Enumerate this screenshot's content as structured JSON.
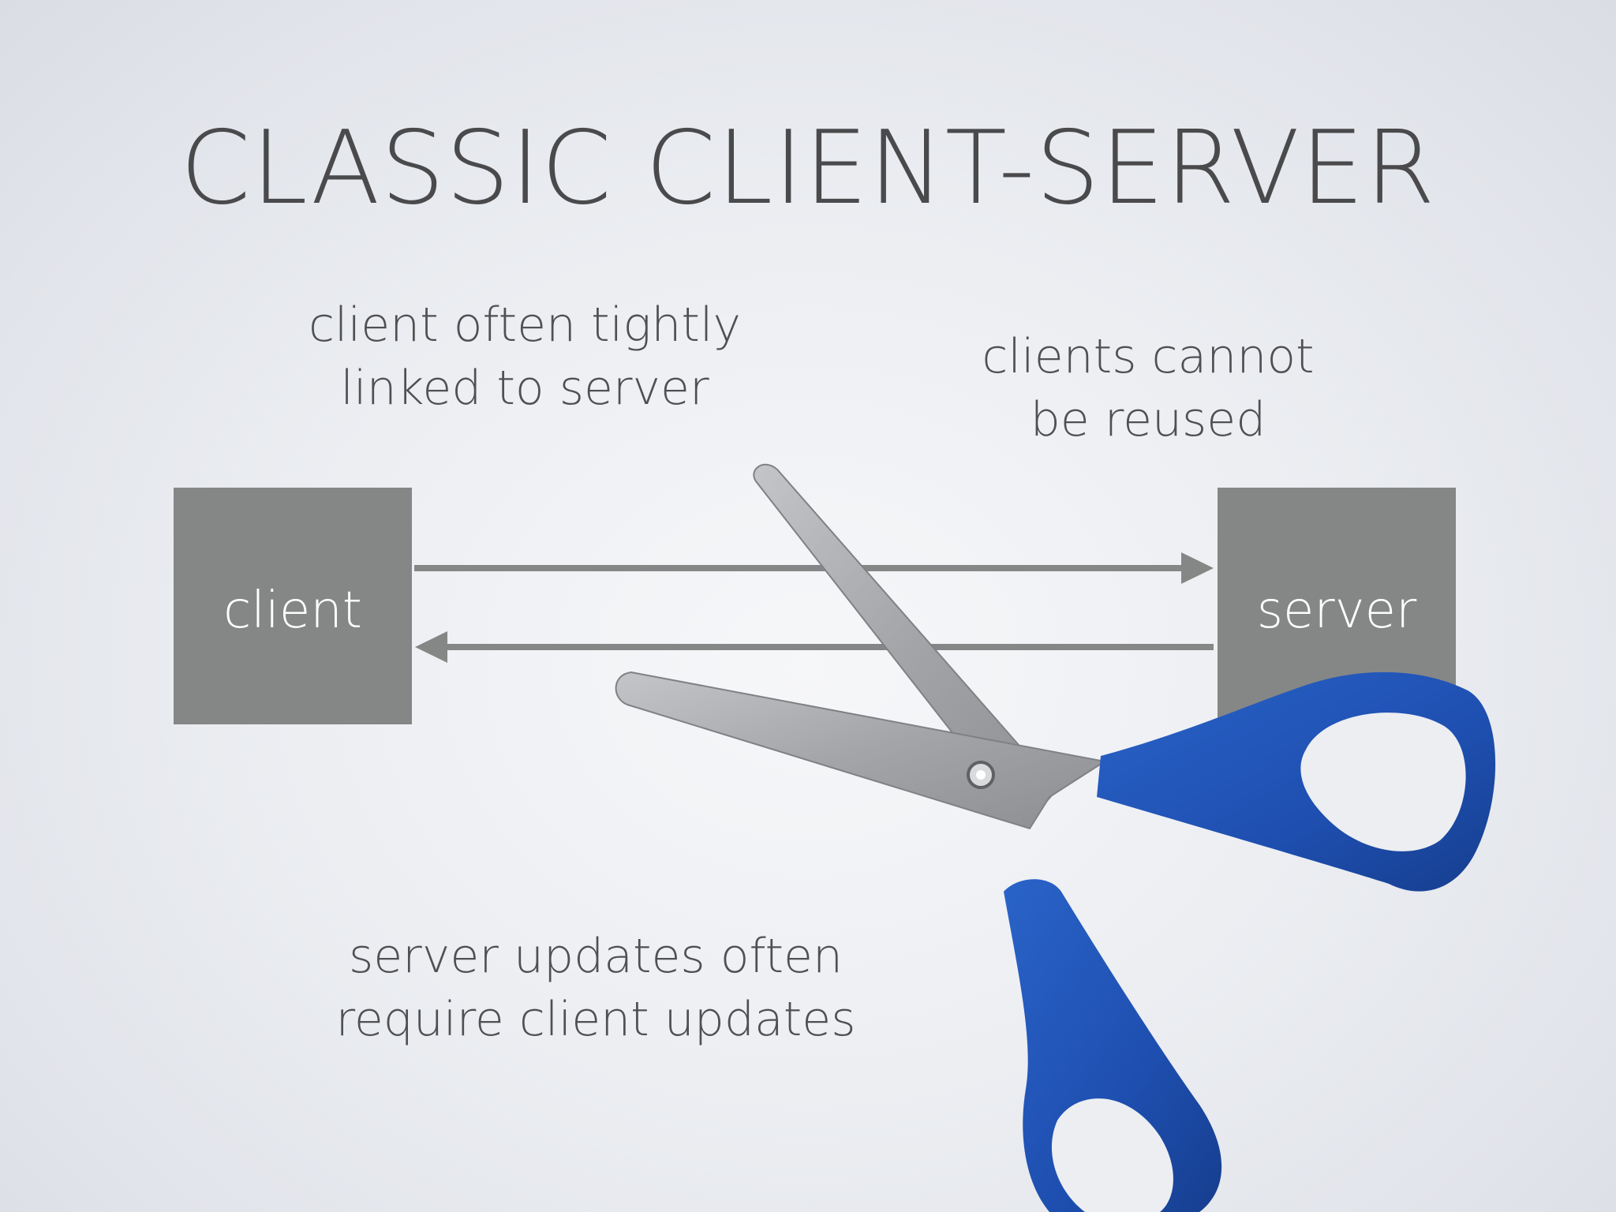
{
  "slide": {
    "title": "CLASSIC CLIENT-SERVER"
  },
  "notes": {
    "left": [
      "client often tightly",
      "linked to server"
    ],
    "right": [
      "clients cannot",
      "be reused"
    ],
    "bottom": [
      "server updates often",
      "require client updates"
    ]
  },
  "boxes": {
    "client": "client",
    "server": "server"
  },
  "colors": {
    "box": "#858787",
    "arrow": "#858787",
    "handle": "#1e4fb0",
    "blade": "#a6a8ab"
  },
  "icons": {
    "scissors": "scissors-icon"
  }
}
